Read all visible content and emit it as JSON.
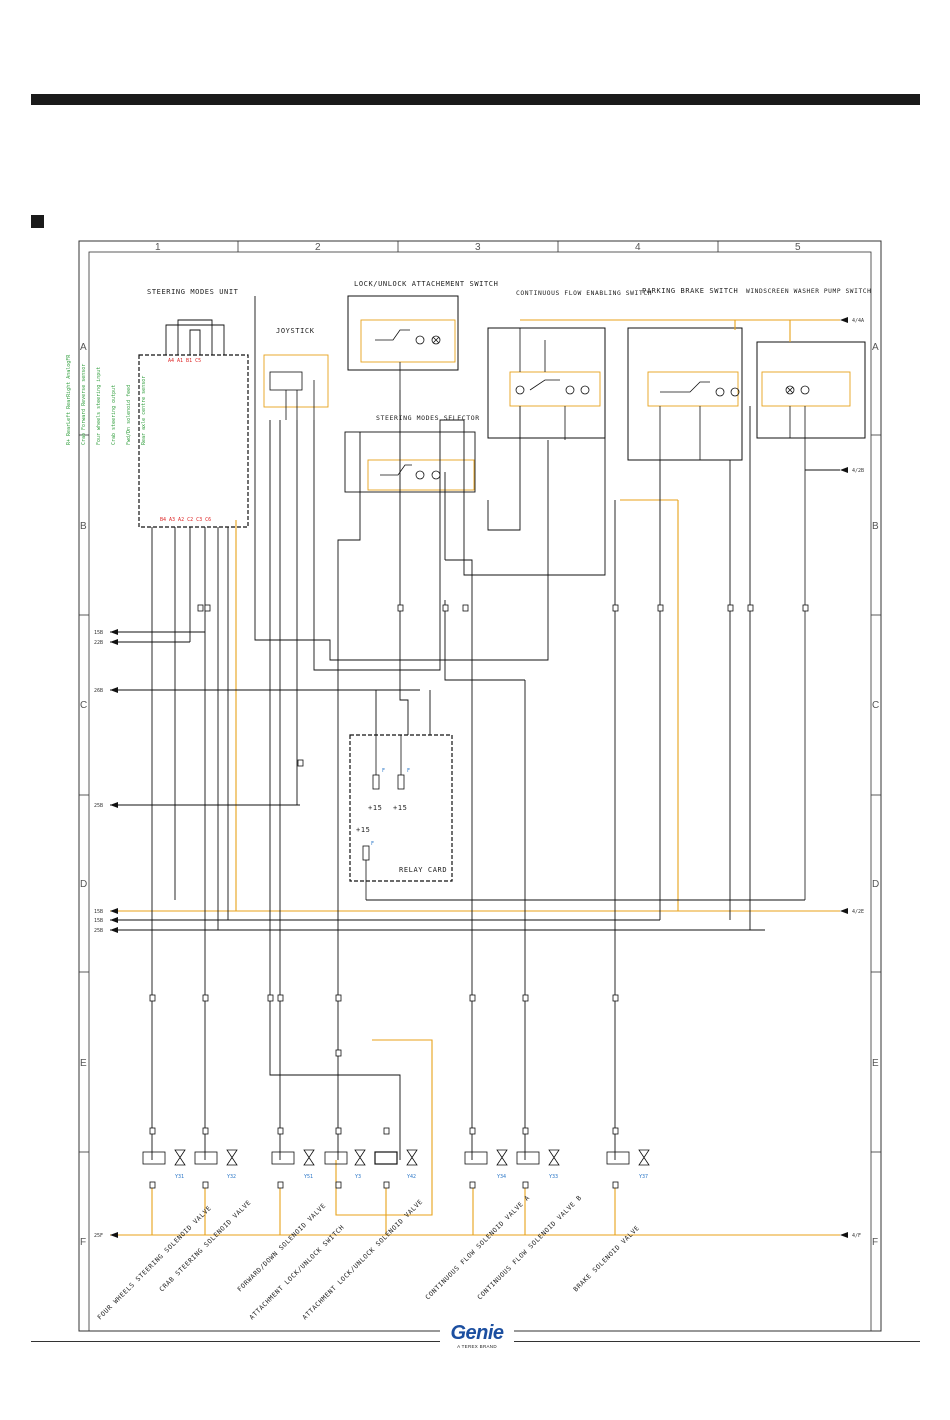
{
  "columns": [
    "1",
    "2",
    "3",
    "4",
    "5"
  ],
  "rows_left": [
    "A",
    "B",
    "C",
    "D",
    "E",
    "F"
  ],
  "rows_right": [
    "A",
    "B",
    "C",
    "D",
    "E",
    "F"
  ],
  "components": {
    "steering_unit": "STEERING MODES UNIT",
    "lock_switch": "LOCK/UNLOCK ATTACHEMENT SWITCH",
    "continuous_flow": "CONTINUOUS FLOW ENABLING SWITCH",
    "parking_brake": "PARKING BRAKE SWITCH",
    "washer_pump": "WINDSCREEN WASHER PUMP SWITCH",
    "joystick": "JOYSTICK",
    "steering_selector": "STEERING MODES SELECTOR",
    "relay_card": "RELAY CARD"
  },
  "left_refs": [
    "15B",
    "22B",
    "26B",
    "25B",
    "15B",
    "15B",
    "25B",
    "25F"
  ],
  "right_refs": [
    "4/4A",
    "4/2B",
    "4/2E",
    "4/F"
  ],
  "plus15": [
    "+15",
    "+15",
    "+15"
  ],
  "fuses": [
    "F",
    "F",
    "F"
  ],
  "bottom_labels": [
    "FOUR WHEELS STEERING SOLENOID VALVE",
    "CRAB STEERING SOLENOID VALVE",
    "FORWARD/DOWN SOLENOID VALVE",
    "ATTACHMENT LOCK/UNLOCK SWITCH",
    "ATTACHMENT LOCK/UNLOCK SOLENOID VALVE",
    "CONTINUOUS FLOW SOLENOID VALVE A",
    "CONTINUOUS FLOW SOLENOID VALVE B",
    "BRAKE SOLENOID VALVE"
  ],
  "valve_tags": [
    "Y31",
    "Y32",
    "Y51",
    "Y3",
    "Y42",
    "Y34",
    "Y33",
    "Y37"
  ],
  "logo": {
    "brand": "Genie",
    "tagline": "A TEREX BRAND"
  },
  "colors": {
    "wire_orange": "#e8a21a",
    "wire_black": "#111111",
    "label_green": "#2e9d3a",
    "label_red": "#d22222",
    "label_blue": "#2a76c7",
    "brand_blue": "#1c4fa0"
  }
}
